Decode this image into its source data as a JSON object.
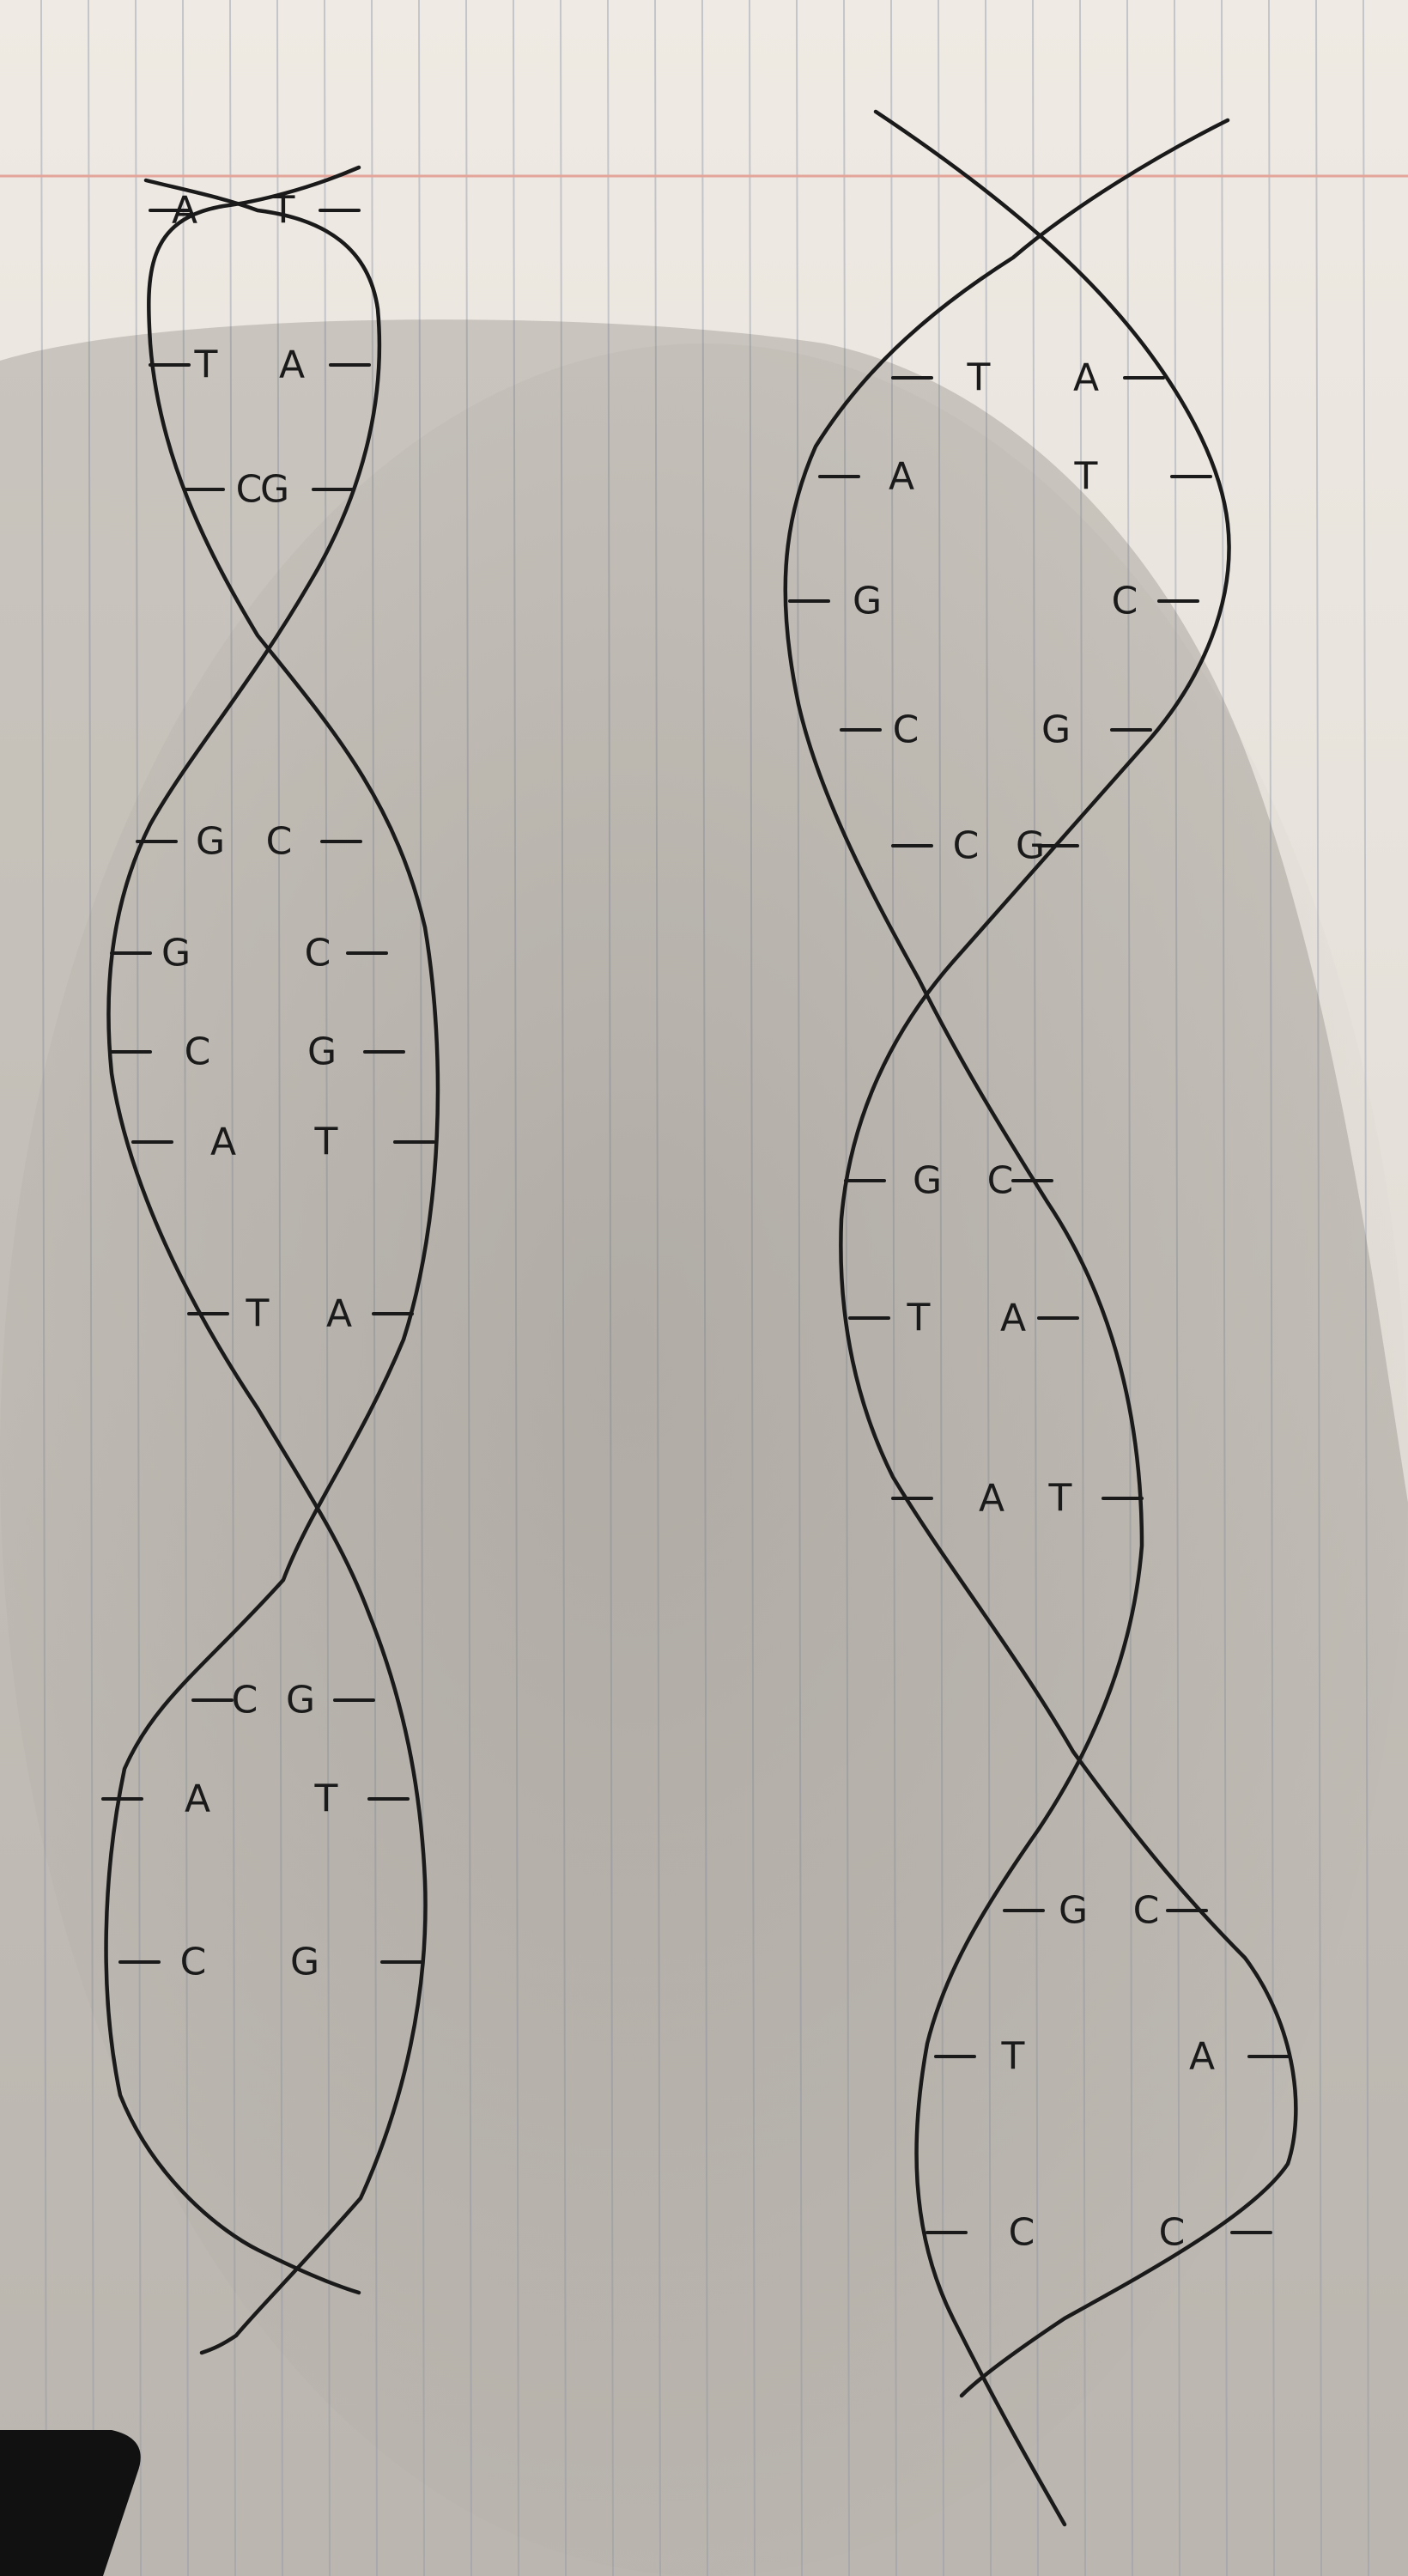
{
  "colors": {
    "paper": "#efeae3",
    "rule_lines": "#b9bcc4",
    "margin_line": "#e3a49a",
    "ink": "#1a1a1a",
    "shadow": "#6f6b66"
  },
  "left_helix": {
    "pairs": [
      {
        "left": "A",
        "right": "T"
      },
      {
        "left": "T",
        "right": "A"
      },
      {
        "left": "C",
        "right": "G"
      },
      {
        "left": "G",
        "right": "C"
      },
      {
        "left": "G",
        "right": "C"
      },
      {
        "left": "C",
        "right": "G"
      },
      {
        "left": "A",
        "right": "T"
      },
      {
        "left": "T",
        "right": "A"
      },
      {
        "left": "C",
        "right": "G"
      },
      {
        "left": "A",
        "right": "T"
      },
      {
        "left": "C",
        "right": "G"
      }
    ]
  },
  "right_helix": {
    "pairs": [
      {
        "left": "T",
        "right": "A"
      },
      {
        "left": "A",
        "right": "T"
      },
      {
        "left": "G",
        "right": "C"
      },
      {
        "left": "C",
        "right": "G"
      },
      {
        "left": "C",
        "right": "G"
      },
      {
        "left": "G",
        "right": "C"
      },
      {
        "left": "T",
        "right": "A"
      },
      {
        "left": "A",
        "right": "T"
      },
      {
        "left": "G",
        "right": "C"
      },
      {
        "left": "T",
        "right": "A"
      },
      {
        "left": "C",
        "right": "C"
      }
    ]
  }
}
